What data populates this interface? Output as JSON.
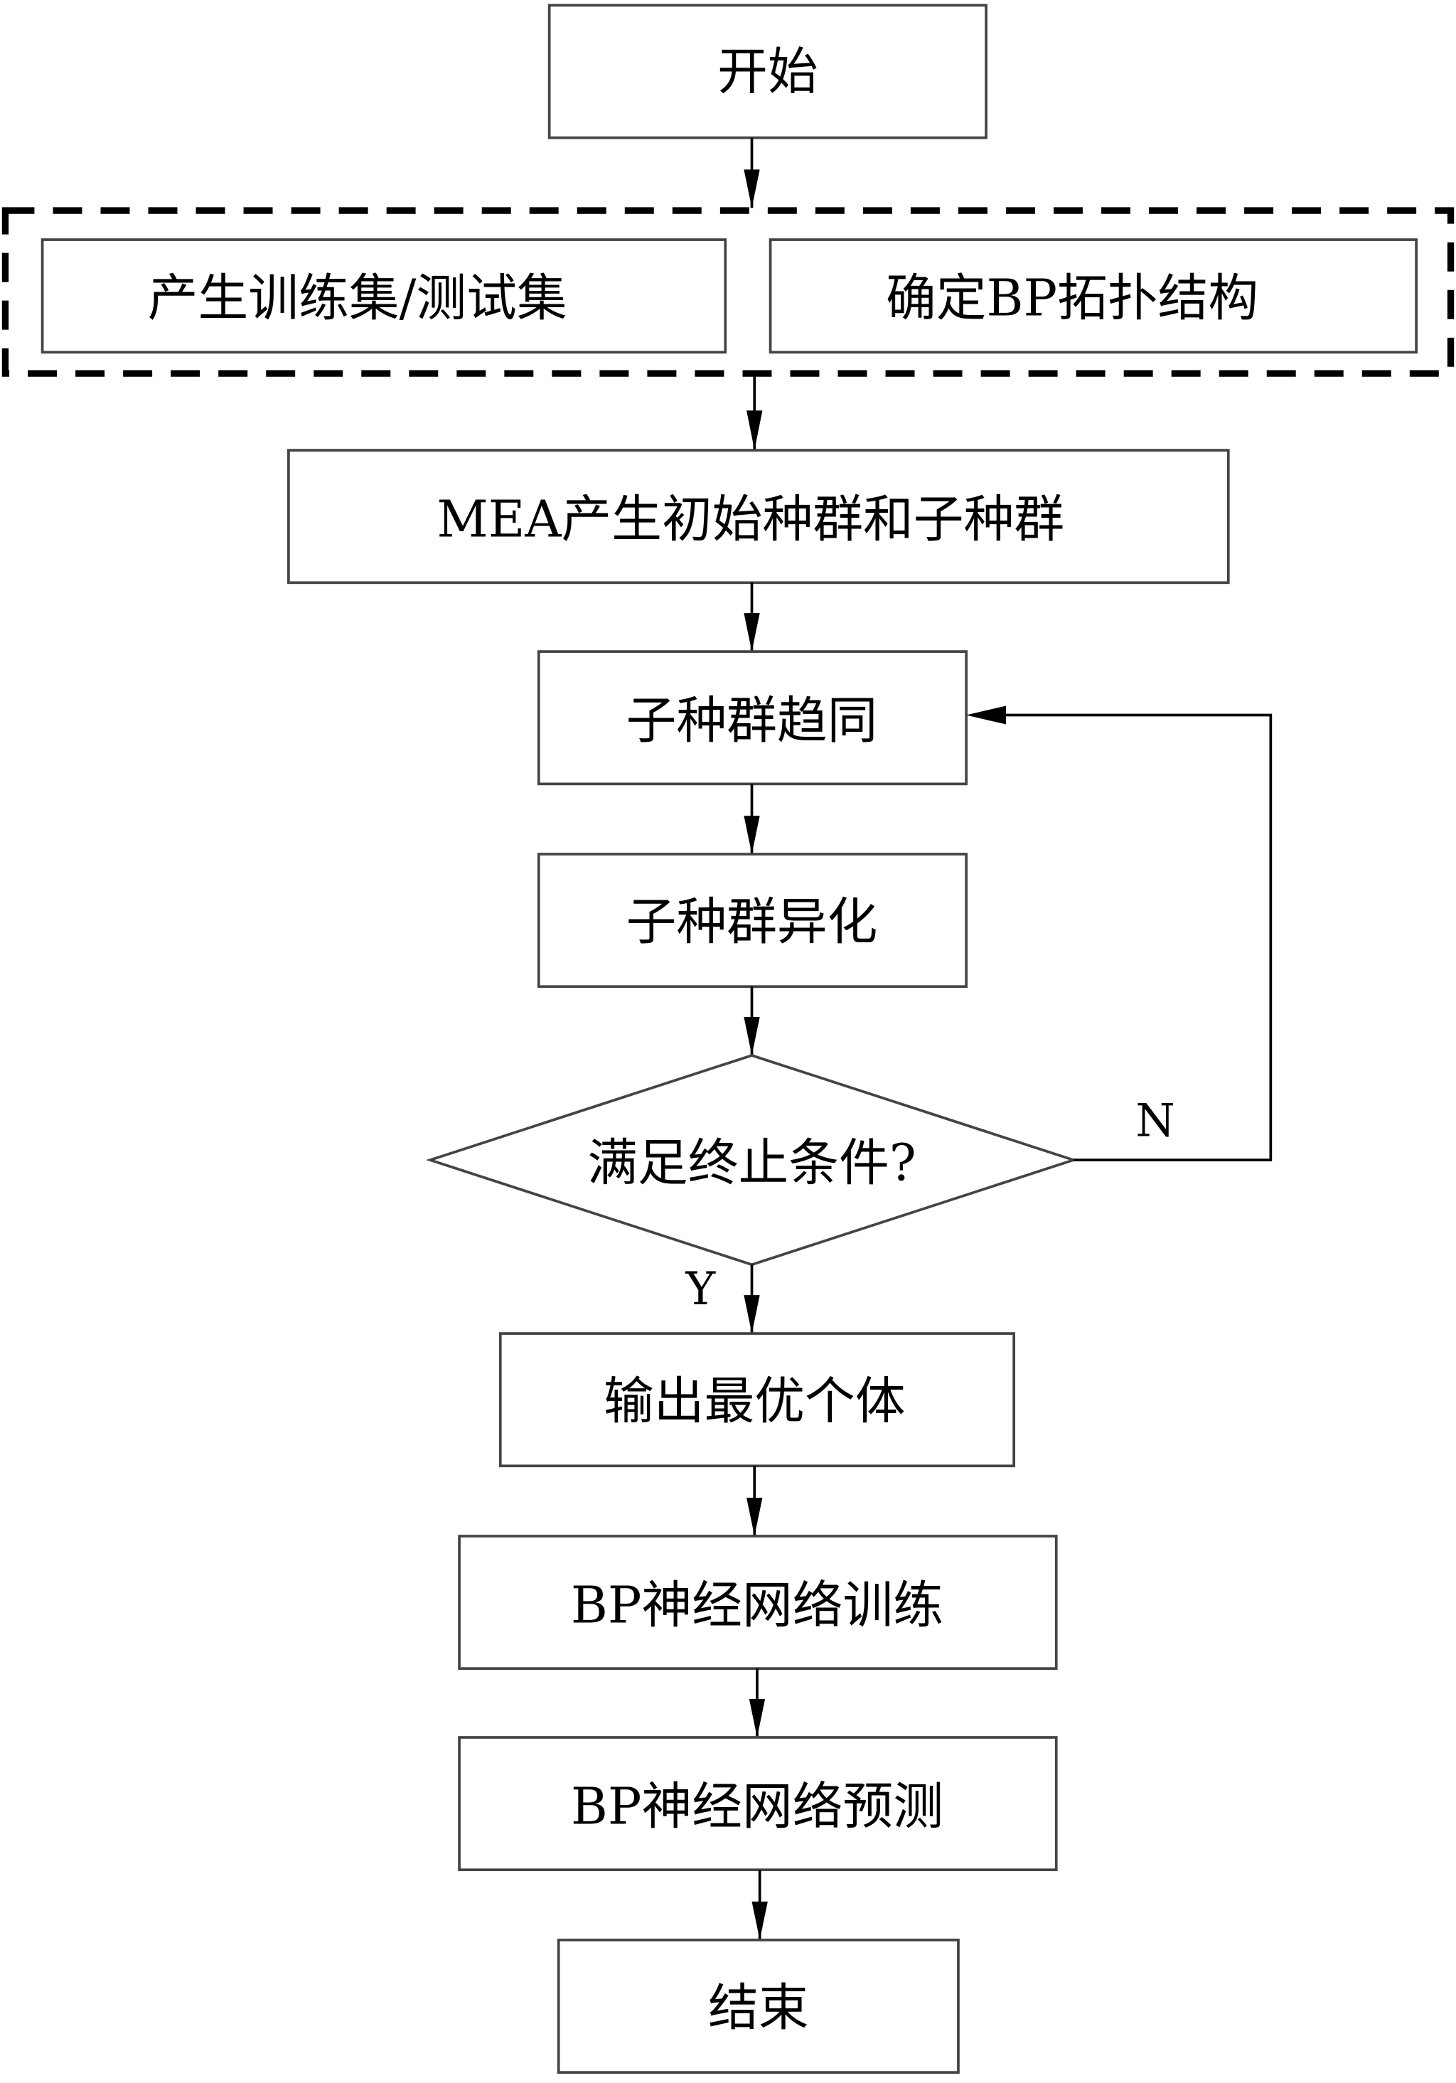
{
  "flowchart": {
    "start": "开始",
    "prep_group": {
      "left": "产生训练集/测试集",
      "right": "确定BP拓扑结构"
    },
    "init": "MEA产生初始种群和子种群",
    "converge": "子种群趋同",
    "dissimilate": "子种群异化",
    "decision": "满足终止条件?",
    "no_label": "N",
    "yes_label": "Y",
    "output_best": "输出最优个体",
    "train": "BP神经网络训练",
    "predict": "BP神经网络预测",
    "end": "结束"
  }
}
